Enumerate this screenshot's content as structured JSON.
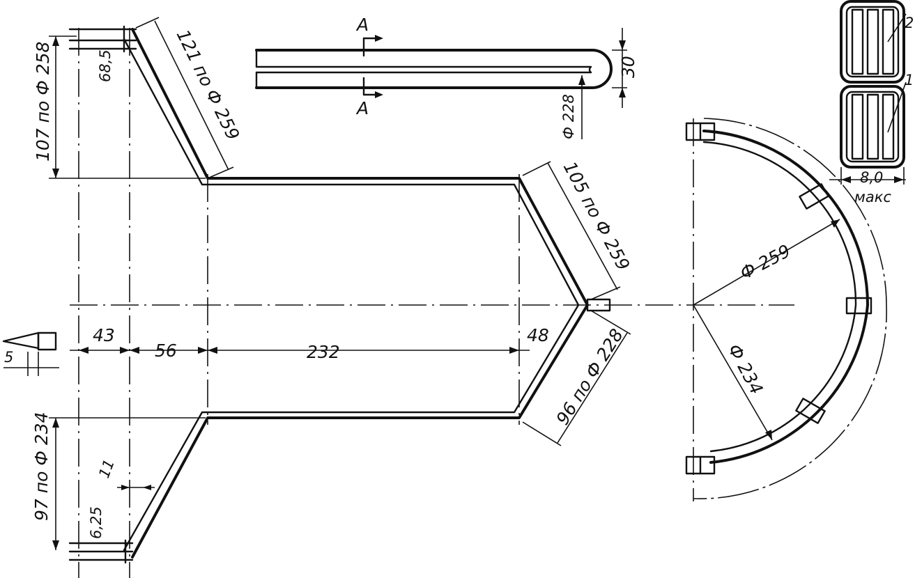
{
  "labels": {
    "d_121": "121 по Ф 259",
    "d_107": "107 по Ф 258",
    "d_685": "68,5",
    "d_105": "105 по Ф 259",
    "d_96": "96 по Ф 228",
    "d_97": "97 по Ф 234",
    "d_625": "6,25",
    "d_11": "11",
    "d_43": "43",
    "d_56": "56",
    "d_232": "232",
    "d_48": "48",
    "d_5": "5",
    "sect_a_top": "А",
    "sect_a_bottom": "А",
    "d_30": "30",
    "d_phi228": "Ф 228",
    "d_phi259": "Ф 259",
    "d_phi234": "Ф 234",
    "callout_1": "1",
    "callout_2": "2",
    "d_80": "8,0",
    "d_max": "макс"
  }
}
